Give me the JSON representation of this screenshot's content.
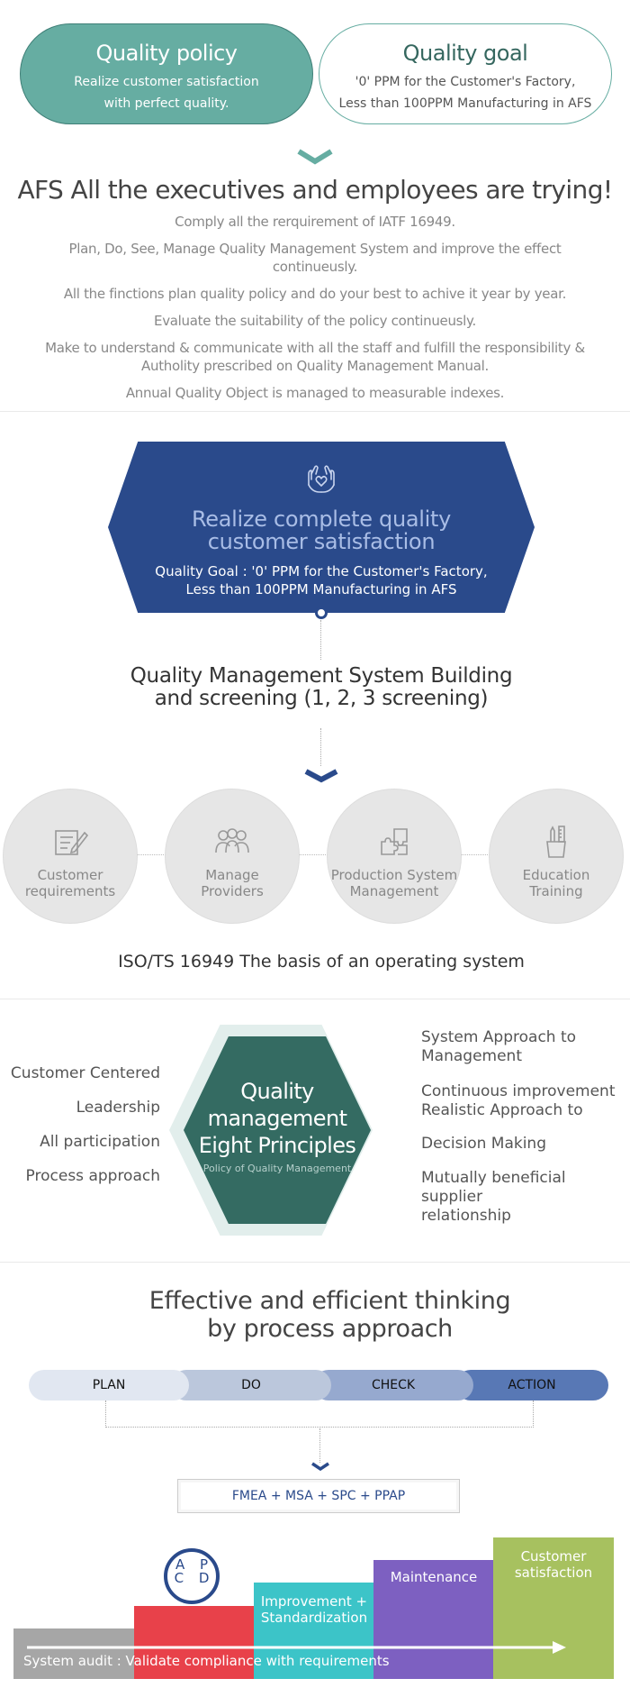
{
  "policy": {
    "title": "Quality policy",
    "line1": "Realize customer satisfaction",
    "line2": "with perfect quality."
  },
  "goal": {
    "title": "Quality goal",
    "line1": "'0' PPM for the Customer's Factory,",
    "line2": "Less than 100PPM Manufacturing in AFS"
  },
  "intro": {
    "headline": "AFS All the executives and employees are trying!",
    "items": [
      "Comply all the rerquirement of IATF 16949.",
      "Plan, Do, See, Manage Quality Management System and improve the effect continueusly.",
      "All the finctions plan quality policy and do your best to achive it year by year.",
      "Evaluate the suitability of the policy continueusly.",
      "Make to understand & communicate with all the staff and fulfill the responsibility & Autholity prescribed on Quality Management Manual.",
      "Annual Quality Object is managed to measurable indexes."
    ]
  },
  "vision": {
    "title_line1": "Realize complete quality",
    "title_line2": "customer satisfaction",
    "sub_line1": "Quality Goal : '0' PPM for the Customer's Factory,",
    "sub_line2": "Less than 100PPM Manufacturing in AFS"
  },
  "qms": {
    "title_line1": "Quality Management System Building",
    "title_line2": "and screening (1, 2, 3 screening)",
    "circles": [
      {
        "line1": "Customer",
        "line2": "requirements",
        "icon": "document-pencil-icon"
      },
      {
        "line1": "Manage",
        "line2": "Providers",
        "icon": "people-group-icon"
      },
      {
        "line1": "Production System",
        "line2": "Management",
        "icon": "puzzle-icon"
      },
      {
        "line1": "Education",
        "line2": "Training",
        "icon": "pencil-cup-icon"
      }
    ],
    "iso_caption": "ISO/TS 16949 The basis of an operating system"
  },
  "principles": {
    "left": [
      "Customer Centered",
      "Leadership",
      "All participation",
      "Process approach"
    ],
    "right": [
      {
        "line1": "System Approach to",
        "line2": "Management"
      },
      {
        "line1": "Continuous improvement",
        "line2": "Realistic Approach to"
      },
      {
        "line1": "Decision Making",
        "line2": ""
      },
      {
        "line1": "Mutually beneficial supplier",
        "line2": "relationship"
      }
    ],
    "center_line1": "Quality",
    "center_line2": "management",
    "center_line3": "Eight Principles",
    "center_sub": "Policy of Quality Management"
  },
  "process": {
    "title_line1": "Effective and efficient thinking",
    "title_line2": "by process approach",
    "pdca": [
      "PLAN",
      "DO",
      "CHECK",
      "ACTION"
    ],
    "tools": "FMEA + MSA + SPC + PPAP"
  },
  "stairs": {
    "apcd_top": "A P",
    "apcd_bottom": "C D",
    "improvement_line1": "Improvement +",
    "improvement_line2": "Standardization",
    "maintenance": "Maintenance",
    "satisfaction_line1": "Customer",
    "satisfaction_line2": "satisfaction",
    "audit": "System audit : Validate compliance with requirements"
  },
  "colors": {
    "teal": "#66ada2",
    "navy": "#2a4a8b",
    "dark_green": "#346b62",
    "gray_step": "#a6a6a6",
    "red_step": "#e8414a",
    "cyan_step": "#3cc4c8",
    "purple_step": "#7d60c1",
    "olive_step": "#a7c15f"
  }
}
